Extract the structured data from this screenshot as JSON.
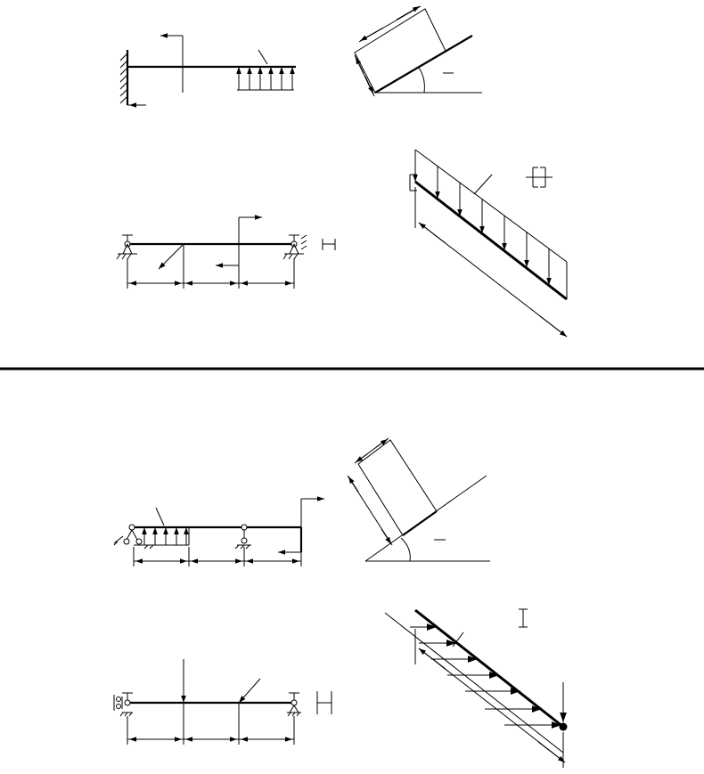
{
  "figure": {
    "stroke_color": "#000000",
    "background": "#ffffff",
    "panels": [
      {
        "id": "top-left-upper",
        "element": "cantilever-beam",
        "load": "distributed-upward"
      },
      {
        "id": "top-right-upper",
        "element": "block-on-incline"
      },
      {
        "id": "top-left-lower",
        "element": "simply-supported-beam",
        "section": "i-beam-horizontal"
      },
      {
        "id": "top-right-lower",
        "element": "inclined-beam",
        "load": "distributed-vertical",
        "section": "channel-pair"
      },
      {
        "id": "bottom-left-upper",
        "element": "overhang-beam",
        "load": "distributed-upward"
      },
      {
        "id": "bottom-right-upper",
        "element": "block-on-incline"
      },
      {
        "id": "bottom-left-lower",
        "element": "simply-supported-beam",
        "section": "i-beam-horizontal"
      },
      {
        "id": "bottom-right-lower",
        "element": "inclined-beam",
        "load": "distributed-horizontal",
        "section": "i-beam"
      }
    ]
  }
}
